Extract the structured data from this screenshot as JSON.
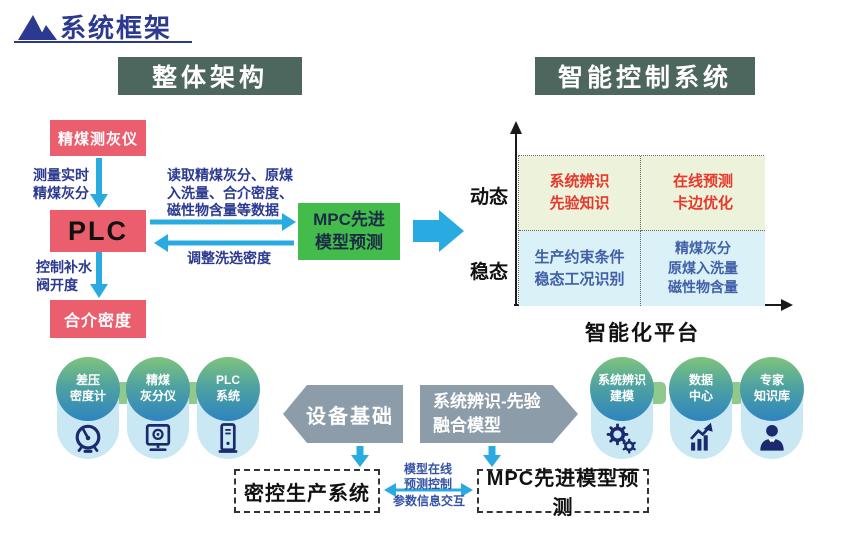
{
  "title": {
    "text": "系统框架",
    "icon": "mountain-icon"
  },
  "sections": {
    "overall": "整体架构",
    "intelligent": "智能控制系统"
  },
  "flow": {
    "ash_meter": "精煤测灰仪",
    "measure_label": "测量实时\n精煤灰分",
    "plc": "PLC",
    "valve_label": "控制补水\n阀开度",
    "density": "合介密度",
    "read_label": "读取精煤灰分、原煤\n入洗量、合介密度、\n磁性物含量等数据",
    "adjust_label": "调整洗选密度",
    "mpc": "MPC先进\n模型预测"
  },
  "quadrant": {
    "row_labels": [
      "动态",
      "稳态"
    ],
    "x_label": "智能化平台",
    "cells": {
      "top_left": "系统辨识\n先验知识",
      "top_right": "在线预测\n卡边优化",
      "bottom_left": "生产约束条件\n稳态工况识别",
      "bottom_right": "精煤灰分\n原煤入洗量\n磁性物含量"
    }
  },
  "devices": {
    "left": [
      {
        "label": "差压\n密度计",
        "icon": "gauge-icon"
      },
      {
        "label": "精煤\n灰分仪",
        "icon": "analyzer-icon"
      },
      {
        "label": "PLC\n系统",
        "icon": "server-icon"
      }
    ],
    "right": [
      {
        "label": "系统辨识\n建模",
        "icon": "gears-icon"
      },
      {
        "label": "数据\n中心",
        "icon": "chart-icon"
      },
      {
        "label": "专家\n知识库",
        "icon": "expert-icon"
      }
    ]
  },
  "banners": {
    "device_base": "设备基础",
    "fusion_model": "系统辨识-先验\n融合模型"
  },
  "bottom": {
    "density_system": "密控生产系统",
    "mpc_system": "MPC先进模型预测",
    "exchange_top": "模型在线\n预测控制",
    "exchange_bottom": "参数信息交互"
  },
  "colors": {
    "title_navy": "#2B3990",
    "header_bg": "#4D665E",
    "pink_box": "#EB5E6E",
    "green_box": "#43BC4C",
    "cyan_arrow": "#29ABE2",
    "quad_top_bg": "#ECF3DA",
    "quad_bottom_bg": "#D9F1F7",
    "quad_red_text": "#E7382C",
    "quad_blue_text": "#4160A8",
    "capsule_bg": "#C9E8F3",
    "bubble_gradient_top": "#7FC47C",
    "bubble_gradient_bottom": "#2E84C0",
    "connector_green": "#8FC98B",
    "banner_gray": "#8C9DA9",
    "icon_navy": "#1B2A6E"
  }
}
